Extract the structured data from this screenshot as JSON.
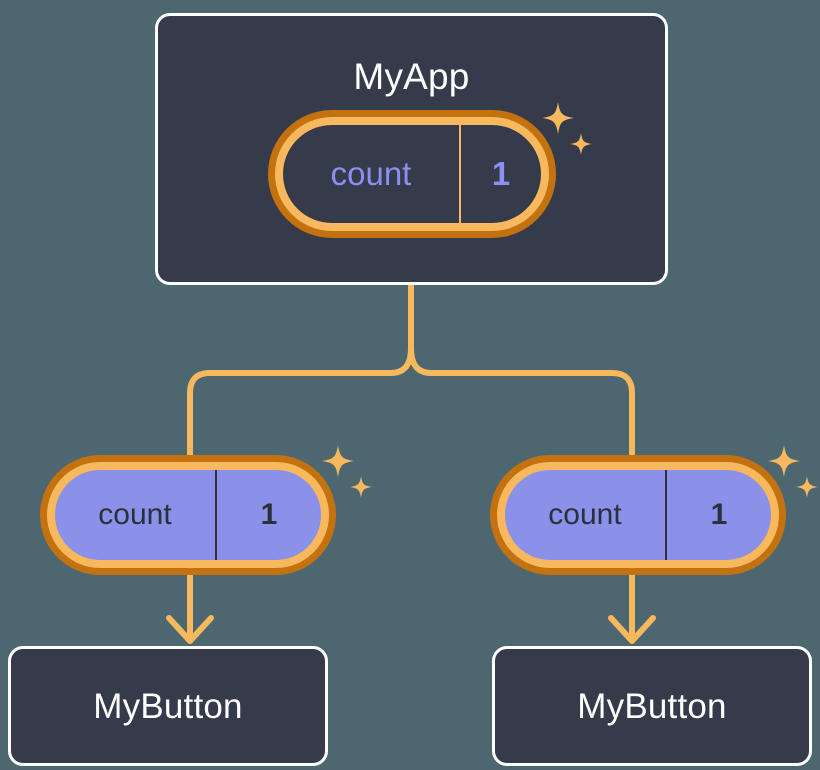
{
  "colors": {
    "page_background": "#4c6770",
    "card_background": "#353b4a",
    "card_border": "#ffffff",
    "pill_outer_ring": "#c4710f",
    "pill_inner_band": "#f7b85e",
    "pill_fill_purple": "#8b90e8",
    "accent_purple_text": "#8b90f0",
    "connector_orange": "#f7b85e",
    "dark_text": "#2b303c",
    "title_text": "#ffffff"
  },
  "app_card": {
    "title": "MyApp",
    "state_pill": {
      "key": "count",
      "value": "1",
      "style": "hollow"
    },
    "sparkle_icon": "sparkle-icon"
  },
  "children": [
    {
      "state_pill": {
        "key": "count",
        "value": "1",
        "style": "filled"
      },
      "sparkle_icon": "sparkle-icon",
      "card": {
        "title": "MyButton"
      }
    },
    {
      "state_pill": {
        "key": "count",
        "value": "1",
        "style": "filled"
      },
      "sparkle_icon": "sparkle-icon",
      "card": {
        "title": "MyButton"
      }
    }
  ]
}
